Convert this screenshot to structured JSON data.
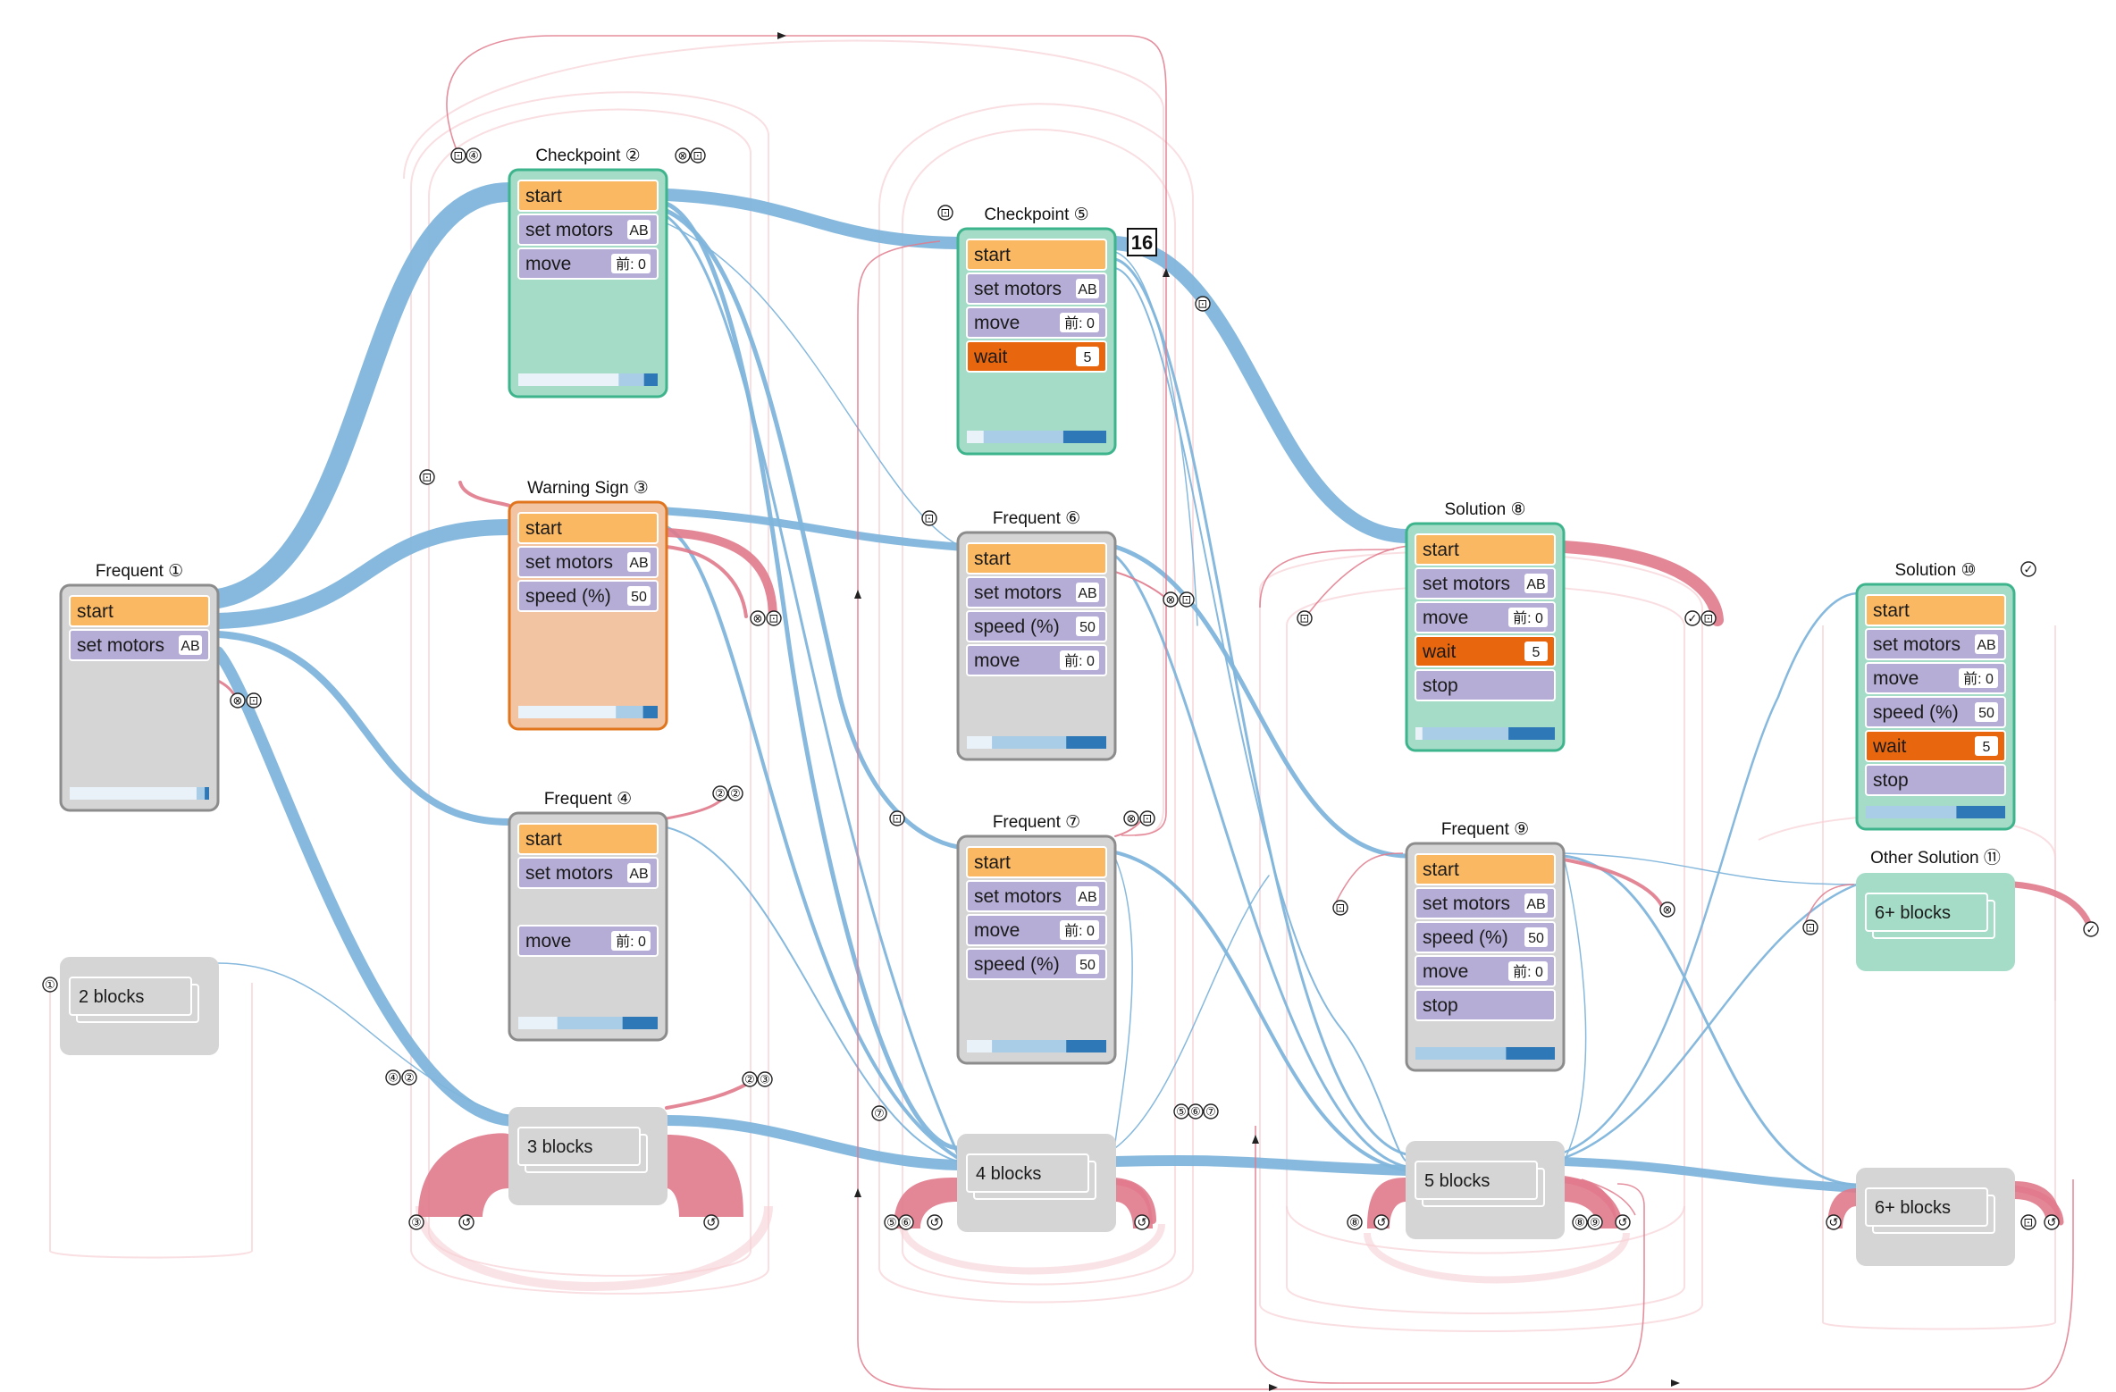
{
  "colors": {
    "flow": "#7fb5db",
    "loop": "#e07a8c",
    "loop_faint": "#f7d0d6",
    "block_start": "#fbb862",
    "block_cmd": "#b5add6",
    "block_wait": "#e8670e",
    "node_gray": "#d5d5d5",
    "node_green": "#a4dcc8",
    "node_orange": "#f2c4a2",
    "border_gray": "#8c8c8c",
    "border_green": "#3db48c",
    "border_orange": "#e0751e"
  },
  "nodes": [
    {
      "id": "n1",
      "title": "Frequent ①",
      "style": "gray",
      "blocks": [
        {
          "kind": "start",
          "label": "start"
        },
        {
          "kind": "cmd",
          "label": "set motors",
          "param": "AB"
        }
      ],
      "progress": 0.09
    },
    {
      "id": "n2",
      "title": "Checkpoint ②",
      "style": "green",
      "blocks": [
        {
          "kind": "start",
          "label": "start"
        },
        {
          "kind": "cmd",
          "label": "set motors",
          "param": "AB"
        },
        {
          "kind": "cmd",
          "label": "move",
          "param": "前: 0"
        }
      ],
      "progress": 0.28
    },
    {
      "id": "n3",
      "title": "Warning Sign ③",
      "style": "orange",
      "blocks": [
        {
          "kind": "start",
          "label": "start"
        },
        {
          "kind": "cmd",
          "label": "set motors",
          "param": "AB"
        },
        {
          "kind": "cmd",
          "label": "speed (%)",
          "param": "50"
        }
      ],
      "progress": 0.3
    },
    {
      "id": "n4",
      "title": "Frequent ④",
      "style": "gray",
      "blocks": [
        {
          "kind": "start",
          "label": "start"
        },
        {
          "kind": "cmd",
          "label": "set motors",
          "param": "AB"
        },
        {
          "kind": "gap",
          "label": ""
        },
        {
          "kind": "cmd",
          "label": "move",
          "param": "前: 0"
        }
      ],
      "progress": 0.72
    },
    {
      "id": "n5",
      "title": "Checkpoint ⑤",
      "style": "green",
      "blocks": [
        {
          "kind": "start",
          "label": "start"
        },
        {
          "kind": "cmd",
          "label": "set motors",
          "param": "AB"
        },
        {
          "kind": "cmd",
          "label": "move",
          "param": "前: 0"
        },
        {
          "kind": "wait",
          "label": "wait",
          "param": "5"
        }
      ],
      "progress": 0.88
    },
    {
      "id": "n6",
      "title": "Frequent ⑥",
      "style": "gray",
      "blocks": [
        {
          "kind": "start",
          "label": "start"
        },
        {
          "kind": "cmd",
          "label": "set motors",
          "param": "AB"
        },
        {
          "kind": "cmd",
          "label": "speed (%)",
          "param": "50"
        },
        {
          "kind": "cmd",
          "label": "move",
          "param": "前: 0"
        }
      ],
      "progress": 0.82
    },
    {
      "id": "n7",
      "title": "Frequent ⑦",
      "style": "gray",
      "blocks": [
        {
          "kind": "start",
          "label": "start"
        },
        {
          "kind": "cmd",
          "label": "set motors",
          "param": "AB"
        },
        {
          "kind": "cmd",
          "label": "move",
          "param": "前: 0"
        },
        {
          "kind": "cmd",
          "label": "speed (%)",
          "param": "50"
        }
      ],
      "progress": 0.82
    },
    {
      "id": "n8",
      "title": "Solution ⑧",
      "style": "green",
      "blocks": [
        {
          "kind": "start",
          "label": "start"
        },
        {
          "kind": "cmd",
          "label": "set motors",
          "param": "AB"
        },
        {
          "kind": "cmd",
          "label": "move",
          "param": "前: 0"
        },
        {
          "kind": "wait",
          "label": "wait",
          "param": "5"
        },
        {
          "kind": "cmd",
          "label": "stop",
          "param": ""
        }
      ],
      "progress": 0.95
    },
    {
      "id": "n9",
      "title": "Frequent ⑨",
      "style": "gray",
      "blocks": [
        {
          "kind": "start",
          "label": "start"
        },
        {
          "kind": "cmd",
          "label": "set motors",
          "param": "AB"
        },
        {
          "kind": "cmd",
          "label": "speed (%)",
          "param": "50"
        },
        {
          "kind": "cmd",
          "label": "move",
          "param": "前: 0"
        },
        {
          "kind": "cmd",
          "label": "stop",
          "param": ""
        }
      ],
      "progress": 1.0
    },
    {
      "id": "n10",
      "title": "Solution ⑩",
      "style": "green",
      "blocks": [
        {
          "kind": "start",
          "label": "start"
        },
        {
          "kind": "cmd",
          "label": "set motors",
          "param": "AB"
        },
        {
          "kind": "cmd",
          "label": "move",
          "param": "前: 0"
        },
        {
          "kind": "cmd",
          "label": "speed (%)",
          "param": "50"
        },
        {
          "kind": "wait",
          "label": "wait",
          "param": "5"
        },
        {
          "kind": "cmd",
          "label": "stop",
          "param": ""
        }
      ],
      "progress": 1.0
    }
  ],
  "groups": [
    {
      "id": "g2",
      "label": "2 blocks",
      "title": "",
      "style": "gray"
    },
    {
      "id": "g3",
      "label": "3 blocks",
      "title": "",
      "style": "gray"
    },
    {
      "id": "g4",
      "label": "4 blocks",
      "title": "",
      "style": "gray"
    },
    {
      "id": "g5",
      "label": "5 blocks",
      "title": "",
      "style": "gray"
    },
    {
      "id": "g6",
      "label": "6+ blocks",
      "title": "",
      "style": "gray"
    },
    {
      "id": "g11",
      "label": "6+ blocks",
      "title": "Other Solution ⑪",
      "style": "green"
    }
  ],
  "badge": "16",
  "markers": [
    "①",
    "②",
    "③",
    "④",
    "⑤",
    "⑥",
    "⑦",
    "⑧",
    "⑨",
    "⊗",
    "⊡",
    "✓",
    "↺"
  ]
}
